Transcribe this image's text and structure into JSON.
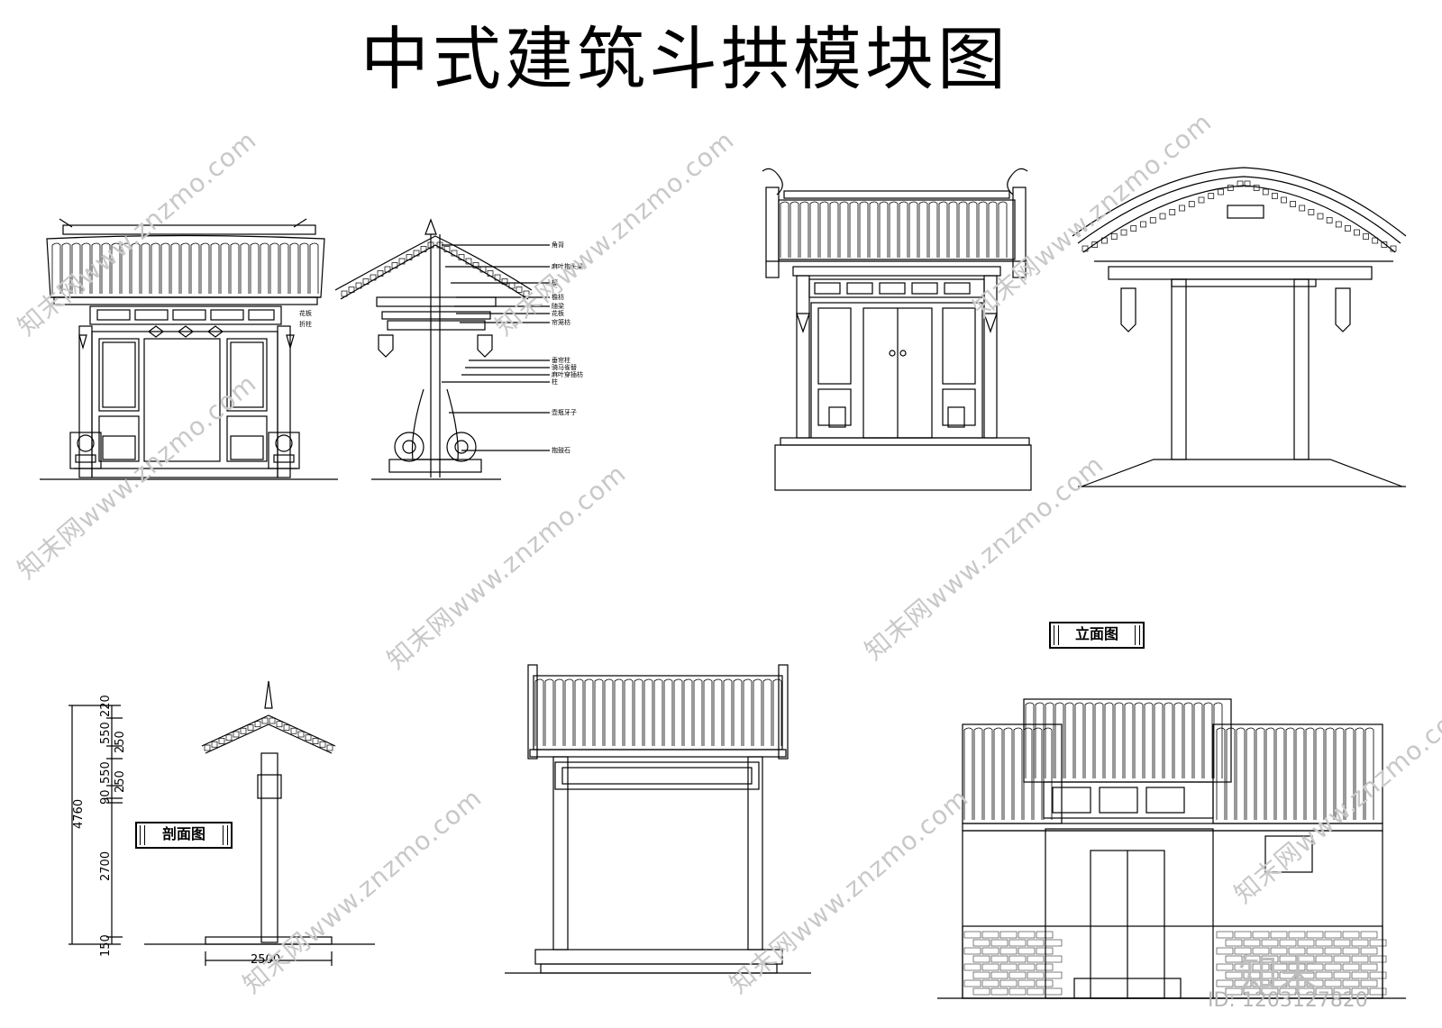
{
  "title": "中式建筑斗拱模块图",
  "labels_front": {
    "huaban": "花板",
    "zhezhu": "折柱"
  },
  "labels_side": [
    "角背",
    "麻叶抱头梁",
    "檩",
    "檐枋",
    "随梁",
    "花板",
    "帘笼枋",
    "垂帘柱",
    "骑马雀替",
    "麻叶穿插枋",
    "柱",
    "壶瓶牙子",
    "抱鼓石"
  ],
  "section": {
    "plaque": "剖面图",
    "total": "4760",
    "dims": [
      "220",
      "550",
      "250",
      "550",
      "250",
      "90",
      "2700",
      "150"
    ],
    "width": "2500"
  },
  "elevation": {
    "plaque": "立面图"
  },
  "watermark": "知末网www.znzmo.com",
  "logo": "知末",
  "id_text": "ID: 1203127820"
}
